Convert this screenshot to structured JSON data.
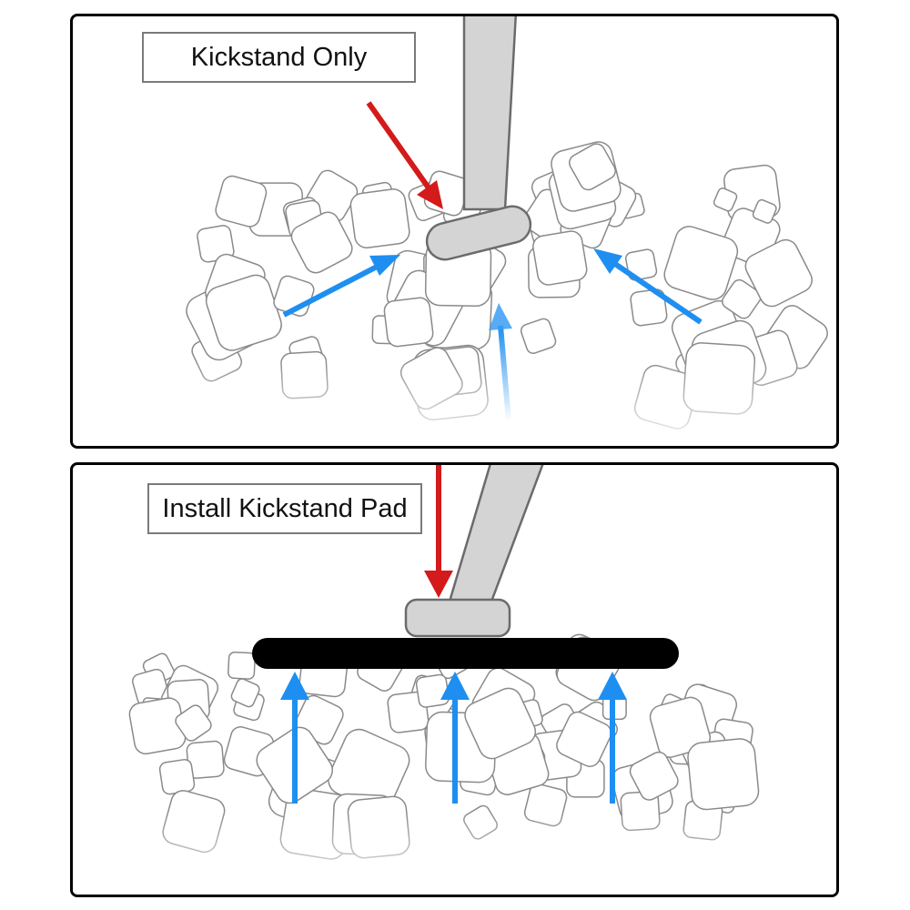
{
  "panels": {
    "top": {
      "label": "Kickstand Only"
    },
    "bottom": {
      "label": "Install Kickstand Pad"
    }
  },
  "colors": {
    "downforce_arrow": "#d41a1a",
    "ground_force_arrow": "#1e8ff0",
    "kickstand_fill": "#d4d4d4",
    "kickstand_stroke": "#6b6b6b",
    "pad_fill": "#000000",
    "rock_stroke": "#8a8a8a"
  },
  "icons": [
    "kickstand-icon",
    "kickstand-pad-icon",
    "gravel-rocks",
    "force-arrow"
  ]
}
